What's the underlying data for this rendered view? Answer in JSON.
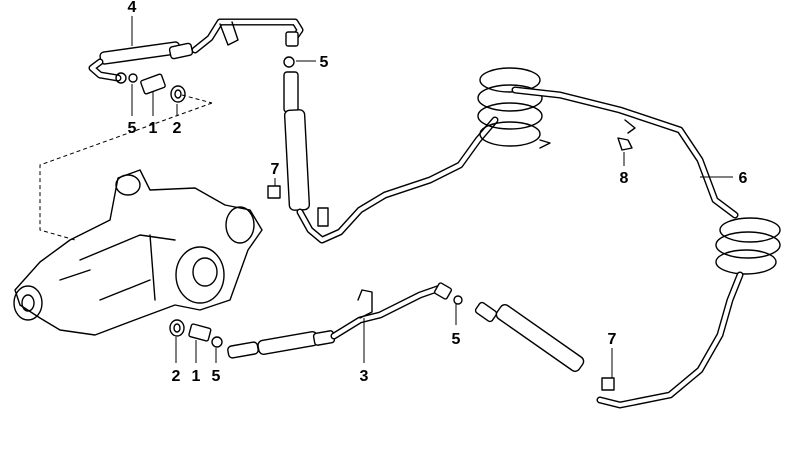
{
  "diagram": {
    "callouts": [
      {
        "id": "c4",
        "label": "4"
      },
      {
        "id": "c5a",
        "label": "5"
      },
      {
        "id": "c5b",
        "label": "5"
      },
      {
        "id": "c1a",
        "label": "1"
      },
      {
        "id": "c2a",
        "label": "2"
      },
      {
        "id": "c7a",
        "label": "7"
      },
      {
        "id": "c8",
        "label": "8"
      },
      {
        "id": "c6",
        "label": "6"
      },
      {
        "id": "c2b",
        "label": "2"
      },
      {
        "id": "c1b",
        "label": "1"
      },
      {
        "id": "c5c",
        "label": "5"
      },
      {
        "id": "c5d",
        "label": "5"
      },
      {
        "id": "c3",
        "label": "3"
      },
      {
        "id": "c7b",
        "label": "7"
      }
    ]
  }
}
